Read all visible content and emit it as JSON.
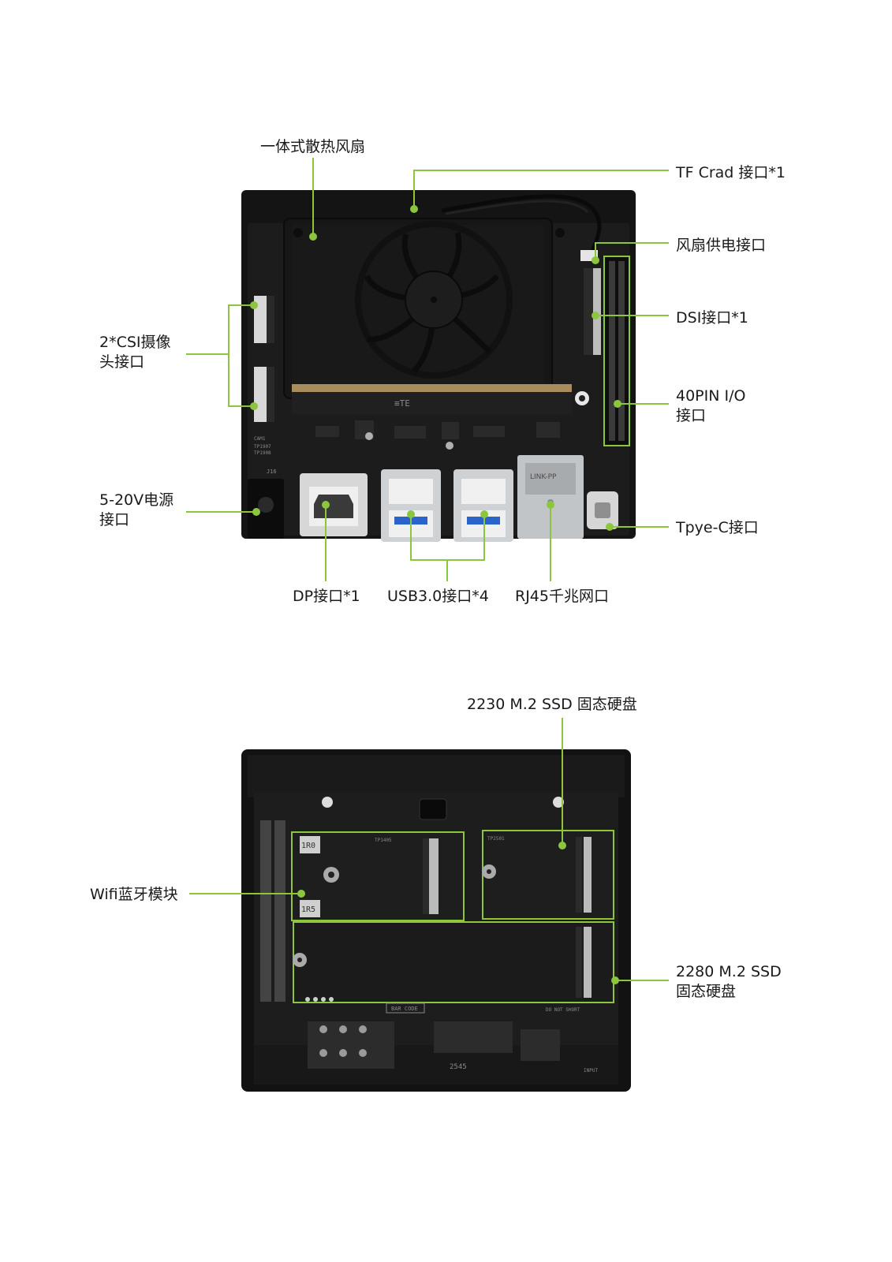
{
  "colors": {
    "accent": "#8cc63f",
    "board": "#1b1b1b",
    "case": "#121212",
    "metal": "#c9cbcc",
    "usb_blue": "#2a63c9"
  },
  "top_view": {
    "labels": {
      "fan": "一体式散热风扇",
      "tf": "TF Crad 接口*1",
      "fan_power": "风扇供电接口",
      "dsi": "DSI接口*1",
      "gpio": "40PIN I/O\n接口",
      "csi": "2*CSI摄像\n头接口",
      "power": "5-20V电源\n接口",
      "typec": "Tpye-C接口",
      "dp": "DP接口*1",
      "usb": "USB3.0接口*4",
      "rj45": "RJ45千兆网口"
    },
    "silk": {
      "rj45_brand": "LINK-PP",
      "te_logo": "≡TE",
      "j16": "J16",
      "cam1": "CAM1",
      "tp1907": "TP1907",
      "tp1908": "TP1908"
    }
  },
  "bottom_view": {
    "labels": {
      "ssd2230": "2230 M.2 SSD 固态硬盘",
      "wifi": "Wifi蓝牙模块",
      "ssd2280": "2280 M.2 SSD\n固态硬盘"
    },
    "silk": {
      "r10": "1R0",
      "r15": "1R5",
      "bar_code": "BAR CODE",
      "do_not_short": "DO NOT SHORT",
      "s245": "2545",
      "tp2501": "TP2501",
      "tp1405": "TP1405",
      "input": "INPUT"
    }
  }
}
